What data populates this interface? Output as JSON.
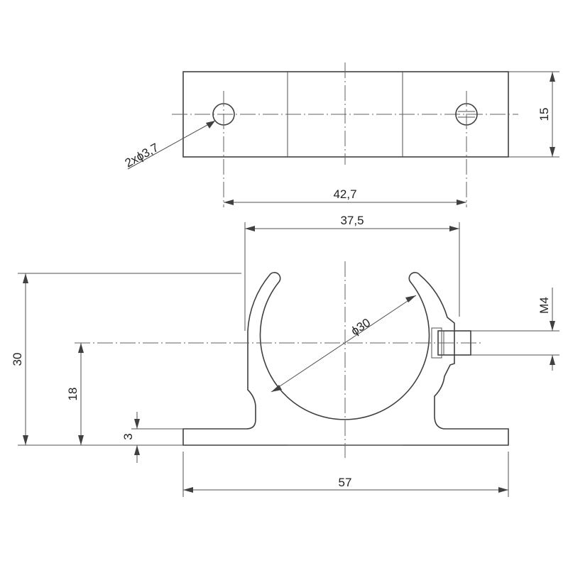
{
  "top_view": {
    "hole_callout": "2xϕ3,7",
    "hole_spacing": "42,7",
    "height": "15"
  },
  "front_view": {
    "slot_width": "37,5",
    "bore_diameter": "ϕ30",
    "thread": "M4",
    "total_height": "30",
    "axis_height": "18",
    "base_thickness": "3",
    "total_width": "57"
  }
}
